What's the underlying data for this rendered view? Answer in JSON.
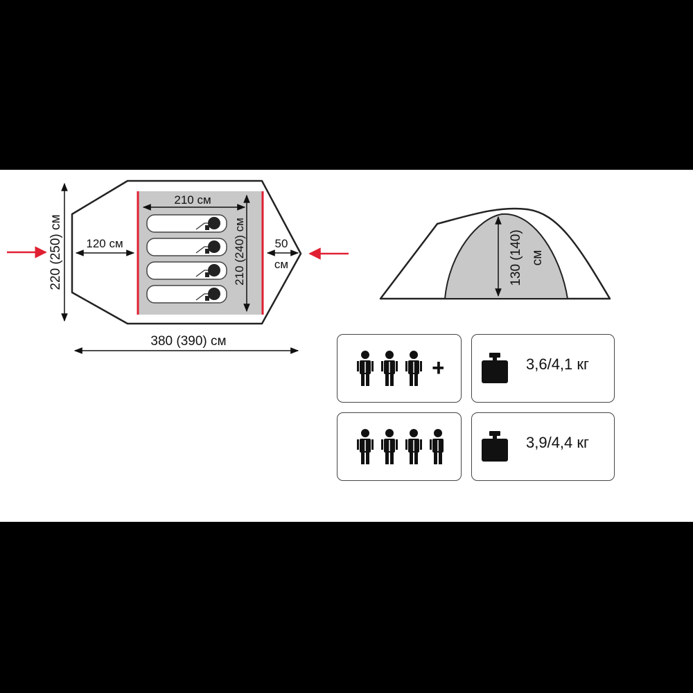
{
  "floor_plan": {
    "width_label": "380 (390) см",
    "height_label": "220 (250) см",
    "vestibule_left_label": "120 см",
    "vestibule_right_value": "50",
    "vestibule_right_unit": "см",
    "inner_length_label": "210 см",
    "inner_width_label": "210 (240) см",
    "sleeping_places": 4
  },
  "side_view": {
    "height_label": "130 (140)",
    "height_unit": "см"
  },
  "variants": [
    {
      "persons": 3,
      "plus": "+",
      "weight": "3,6/4,1 кг"
    },
    {
      "persons": 4,
      "plus": "",
      "weight": "3,9/4,4 кг"
    }
  ],
  "colors": {
    "accent": "#e02032",
    "inner_fill": "#c8c8c8",
    "outline": "#222222"
  },
  "icons": [
    "person-icon",
    "plus-icon",
    "weight-icon",
    "entrance-arrow-icon"
  ]
}
